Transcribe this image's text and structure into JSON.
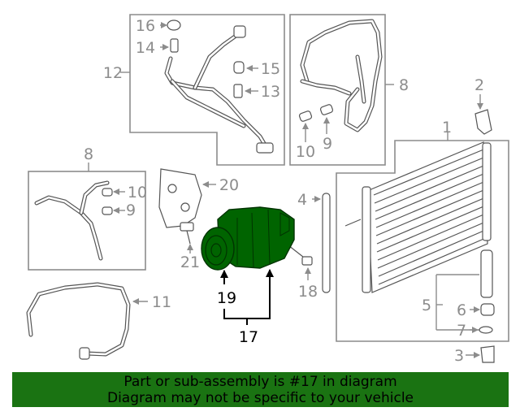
{
  "callouts": {
    "c1": "1",
    "c2": "2",
    "c3": "3",
    "c4": "4",
    "c5": "5",
    "c6": "6",
    "c7": "7",
    "c8a": "8",
    "c8b": "8",
    "c9a": "9",
    "c9b": "9",
    "c10a": "10",
    "c10b": "10",
    "c11": "11",
    "c12": "12",
    "c13": "13",
    "c14": "14",
    "c15": "15",
    "c16": "16",
    "c17": "17",
    "c18": "18",
    "c19": "19",
    "c20": "20",
    "c21": "21"
  },
  "highlight_color": "#006400",
  "footer": {
    "line1": "Part or sub-assembly is #17 in diagram",
    "line2": "Diagram may not be specific to your vehicle",
    "background": "#1a7312"
  }
}
